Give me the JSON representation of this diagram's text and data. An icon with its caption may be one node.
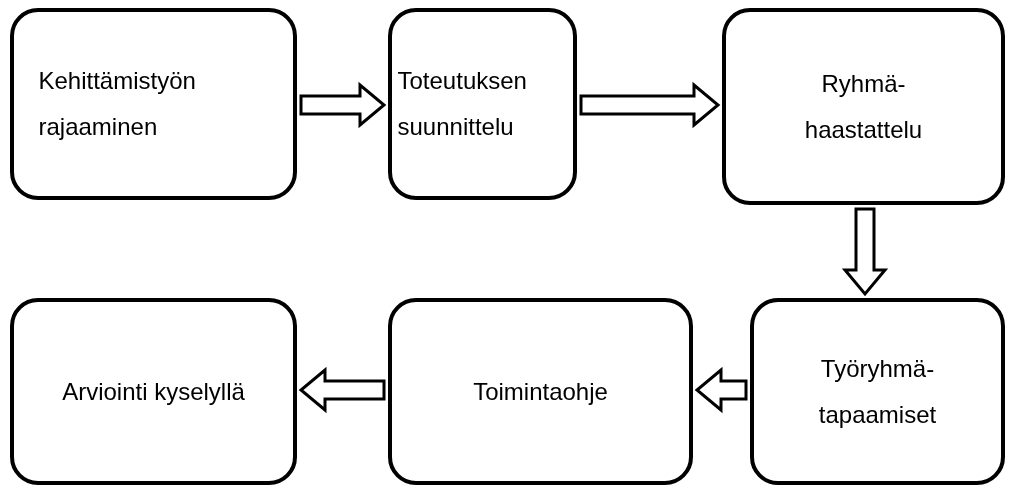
{
  "diagram": {
    "nodes": [
      {
        "text": [
          "Kehittämistyön rajaaminen"
        ]
      },
      {
        "text": [
          "Toteutuksen suunnittelu"
        ]
      },
      {
        "text": [
          "Ryhmä-haastattelu"
        ]
      },
      {
        "text": [
          "Työryhmä-tapaamiset"
        ]
      },
      {
        "text": [
          "Toimintaohje"
        ]
      },
      {
        "text": [
          "Arviointi kyselyllä"
        ]
      }
    ],
    "edges": [
      {
        "from": 0,
        "to": 1,
        "arrow": "to"
      },
      {
        "from": 1,
        "to": 2,
        "arrow": "to"
      },
      {
        "from": 2,
        "to": 3,
        "arrow": "to"
      },
      {
        "from": 3,
        "to": 4,
        "arrow": "to"
      },
      {
        "from": 4,
        "to": 5,
        "arrow": "to"
      }
    ]
  }
}
